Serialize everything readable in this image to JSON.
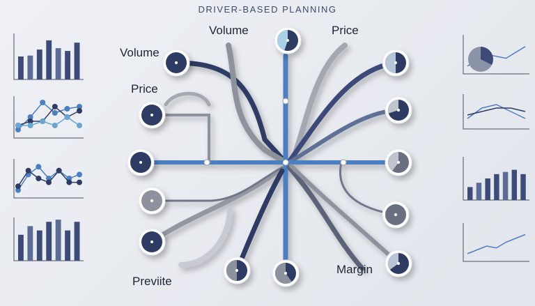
{
  "title": "DRIVER-BASED PLANNING",
  "labels": {
    "top_left": "Volume",
    "top_right": "Price",
    "left_1": "Volume",
    "left_2": "Price",
    "bottom_left": "Previite",
    "bottom_right": "Margin"
  },
  "colors": {
    "dark": "#2f3b62",
    "mid": "#5f6f96",
    "light": "#a9d2e8",
    "gray": "#8d929c",
    "blue": "#4c7fbf"
  },
  "mini_charts": {
    "left": [
      {
        "type": "bar",
        "values": [
          5,
          5.2,
          6.5,
          8.5,
          6.8,
          6.2,
          8.0
        ]
      },
      {
        "type": "line",
        "series": [
          [
            2,
            5,
            8.5,
            6,
            7,
            7.5
          ],
          [
            3,
            4,
            4,
            7.5,
            5,
            6.5
          ],
          [
            3,
            3,
            4,
            3,
            5,
            3
          ]
        ]
      },
      {
        "type": "line",
        "series": [
          [
            2,
            6,
            8,
            5,
            7,
            5,
            6
          ],
          [
            3,
            7,
            5,
            4,
            7,
            4,
            4
          ]
        ]
      },
      {
        "type": "bar",
        "values": [
          6,
          8,
          7,
          9,
          9.5,
          7,
          9
        ]
      }
    ],
    "right": [
      {
        "type": "line",
        "series": [
          [
            2,
            5,
            4,
            7
          ]
        ]
      },
      {
        "type": "line",
        "series": [
          [
            3,
            6,
            7,
            5,
            3
          ],
          [
            4,
            5,
            6,
            6,
            5
          ]
        ]
      },
      {
        "type": "bar",
        "values": [
          3,
          4,
          5,
          6,
          6.5,
          7,
          6
        ]
      },
      {
        "type": "line",
        "series": [
          [
            2,
            3,
            4,
            3.5,
            5,
            6,
            7
          ]
        ]
      }
    ]
  }
}
